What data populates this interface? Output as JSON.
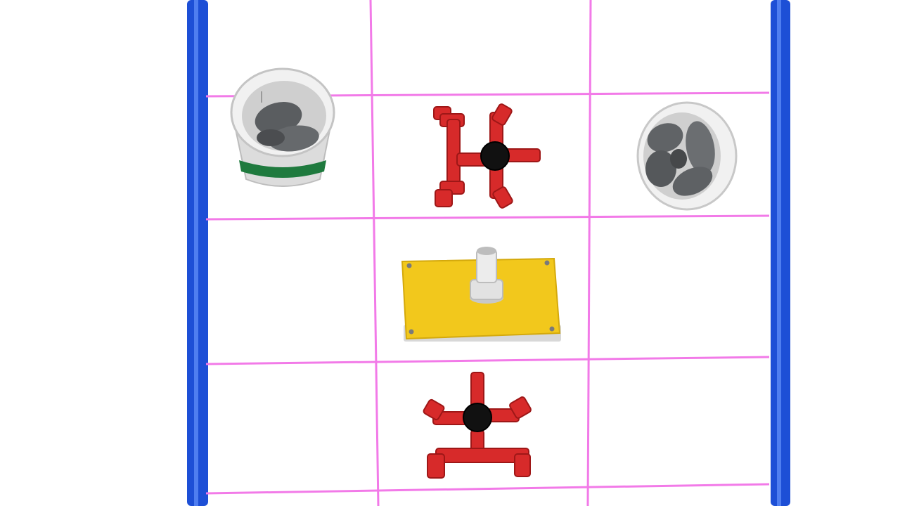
{
  "scene": {
    "colors": {
      "background": "#ffffff",
      "frame_rail": "#1d4fd6",
      "grid_line": "#f27ae8",
      "pipe_red": "#d72a2a",
      "connector_black": "#111111",
      "base_plate": "#f2c81c",
      "pvc_white": "#e6e6e6",
      "rock_gray": "#5a5d60",
      "tape_green": "#1f7a3e"
    },
    "grid": {
      "rows": 4,
      "columns": 3
    },
    "objects": [
      {
        "kind": "bucket-with-rocks",
        "cell": "row-1-col-1",
        "stripe": "green"
      },
      {
        "kind": "red-pipe-fitting",
        "cell": "row-1-col-2"
      },
      {
        "kind": "bucket-with-rocks",
        "cell": "row-1-col-3"
      },
      {
        "kind": "yellow-base-plate-with-pvc-stub",
        "cell": "row-2-col-2"
      },
      {
        "kind": "red-pipe-fitting",
        "cell": "row-3-col-2"
      }
    ]
  }
}
